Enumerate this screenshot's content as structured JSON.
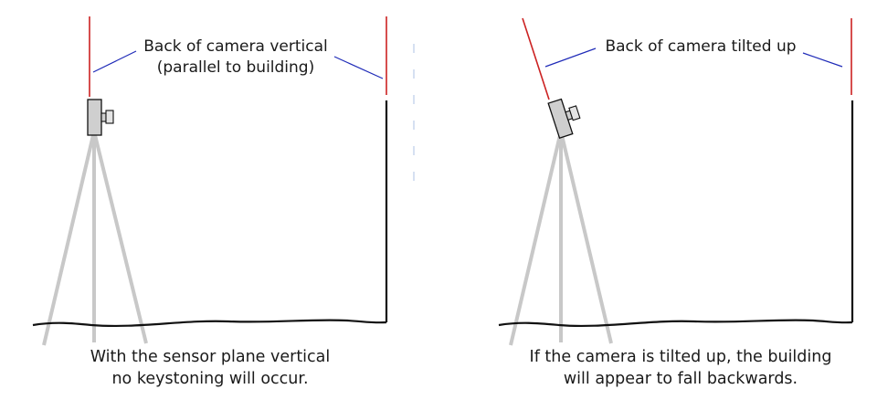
{
  "left_panel": {
    "label_line1": "Back of camera vertical",
    "label_line2": "(parallel to building)",
    "caption_line1": "With the sensor plane vertical",
    "caption_line2": "no keystoning will occur."
  },
  "right_panel": {
    "label": "Back of camera tilted up",
    "caption_line1": "If the camera is tilted up, the building",
    "caption_line2": "will appear to fall backwards."
  },
  "colors": {
    "sensor_line": "#cc2222",
    "leader_line": "#1f2bb8",
    "tripod": "#c8c8c8",
    "camera_body": "#cfcfcf",
    "outline": "#111111"
  }
}
